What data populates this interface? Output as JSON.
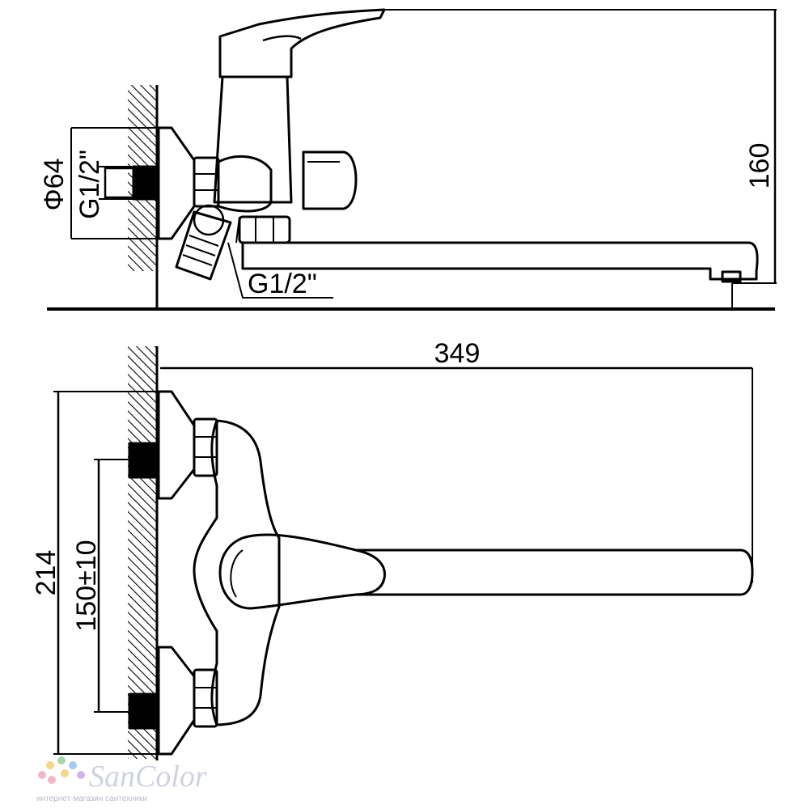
{
  "dimensions": {
    "height": "160",
    "flange_diameter": "Φ64",
    "inlet_thread": "G1/2\"",
    "outlet_thread": "G1/2\"",
    "length": "349",
    "overall_width": "214",
    "connection_spacing": "150±10"
  },
  "watermark": {
    "brand": "SanColor",
    "tagline": "интернет-магазин сантехники",
    "dot_colors": [
      "#f2b8c6",
      "#f5d78a",
      "#a8d8a8",
      "#a9c8ef",
      "#d6b3e6"
    ]
  }
}
